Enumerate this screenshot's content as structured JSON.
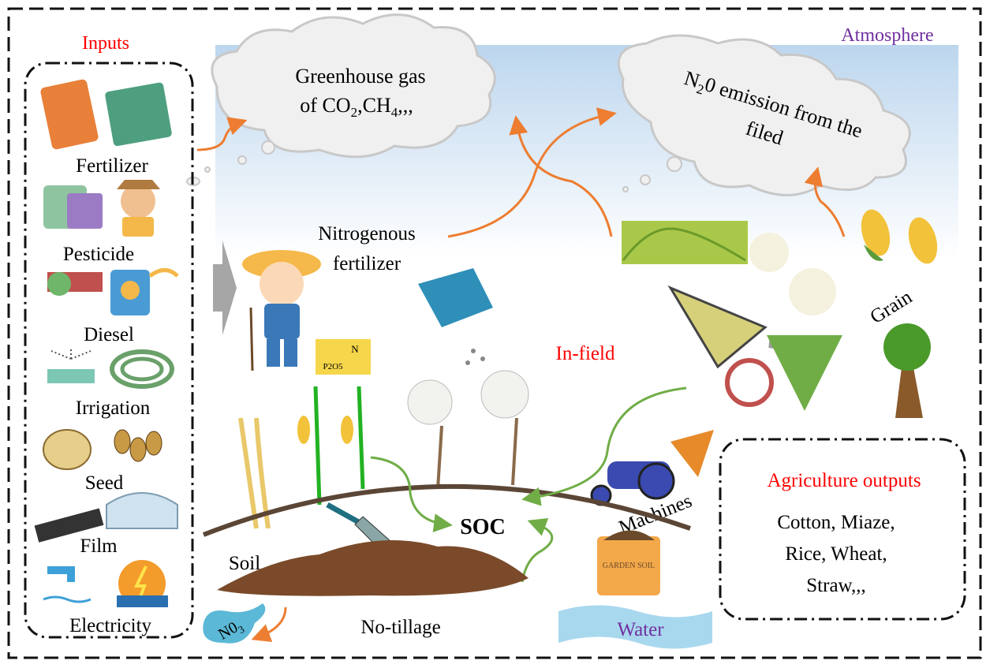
{
  "atmosphere_label": "Atmosphere",
  "inputs": {
    "title": "Inputs",
    "items": [
      "Fertilizer",
      "Pesticide",
      "Diesel",
      "Irrigation",
      "Seed",
      "Film",
      "Electricity"
    ]
  },
  "clouds": {
    "greenhouse_line1": "Greenhouse gas",
    "greenhouse_line2_prefix": "of CO",
    "greenhouse_sub1": "2",
    "greenhouse_mid": ",CH",
    "greenhouse_sub2": "4",
    "greenhouse_suffix": ",,,",
    "n2o_prefix": "N",
    "n2o_sub": "2",
    "n2o_line1_rest": "0 emission from the",
    "n2o_line2": "filed"
  },
  "field": {
    "nitrogenous_line1": "Nitrogenous",
    "nitrogenous_line2": "fertilizer",
    "in_field": "In-field",
    "grain": "Grain",
    "soc": "SOC",
    "machines": "Machines",
    "soil": "Soil",
    "no_tillage": "No-tillage",
    "no3_prefix": "N0",
    "no3_sub": "3",
    "water": "Water",
    "fertilizer_bag_n": "N",
    "fertilizer_bag_p": "P2O5",
    "garden_soil": "GARDEN SOIL"
  },
  "outputs": {
    "title": "Agriculture outputs",
    "lines": [
      "Cotton, Miaze,",
      "Rice, Wheat,",
      "Straw,,,"
    ]
  },
  "colors": {
    "red_label": "#ff0000",
    "purple_label": "#7030a0",
    "orange_arrow": "#ed7d31",
    "green_arrow": "#70ad47",
    "soil_arc": "#5b4636",
    "sky": "#bcd6ee"
  }
}
